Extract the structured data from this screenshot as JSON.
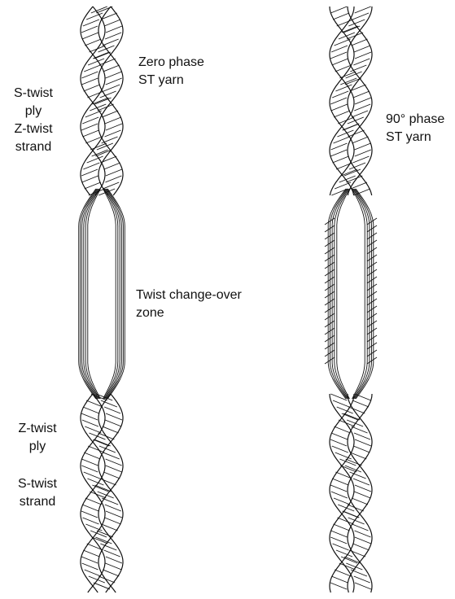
{
  "labels": {
    "zero_phase_1": "Zero phase",
    "zero_phase_2": "ST yarn",
    "s_twist_ply_1": "S-twist",
    "s_twist_ply_2": "ply",
    "z_twist_strand_1": "Z-twist",
    "z_twist_strand_2": "strand",
    "twist_change_1": "Twist change-over",
    "twist_change_2": "zone",
    "z_twist_ply_1": "Z-twist",
    "z_twist_ply_2": "ply",
    "s_twist_strand_1": "S-twist",
    "s_twist_strand_2": "strand",
    "ninety_phase_1": "90° phase",
    "ninety_phase_2": "ST yarn"
  },
  "colors": {
    "ink": "#111111",
    "background": "#ffffff"
  }
}
